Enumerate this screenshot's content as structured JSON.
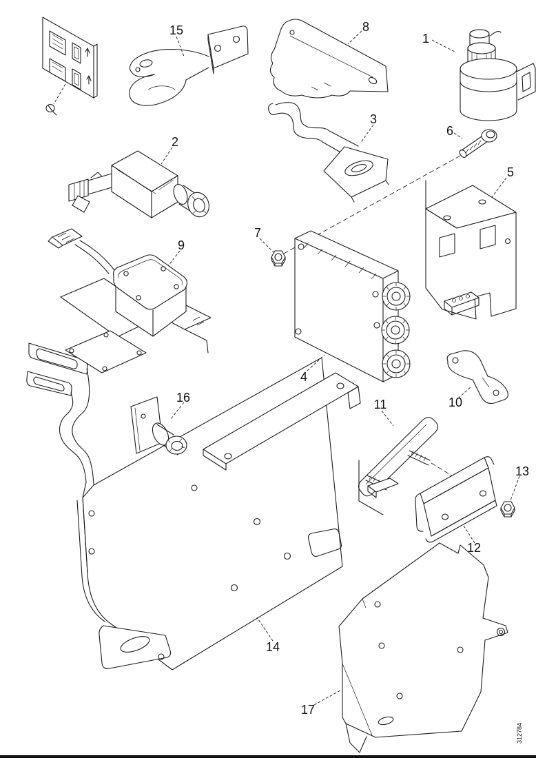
{
  "figure": {
    "type": "exploded-parts-diagram",
    "background": "#ffffff",
    "line_color": "#1c1c1c",
    "drawing_number": "312784",
    "callouts": [
      {
        "label": "1"
      },
      {
        "label": "2"
      },
      {
        "label": "3"
      },
      {
        "label": "4"
      },
      {
        "label": "5"
      },
      {
        "label": "6"
      },
      {
        "label": "7"
      },
      {
        "label": "8"
      },
      {
        "label": "9"
      },
      {
        "label": "10"
      },
      {
        "label": "11"
      },
      {
        "label": "12"
      },
      {
        "label": "13"
      },
      {
        "label": "14"
      },
      {
        "label": "15"
      },
      {
        "label": "16"
      },
      {
        "label": "17"
      }
    ]
  }
}
